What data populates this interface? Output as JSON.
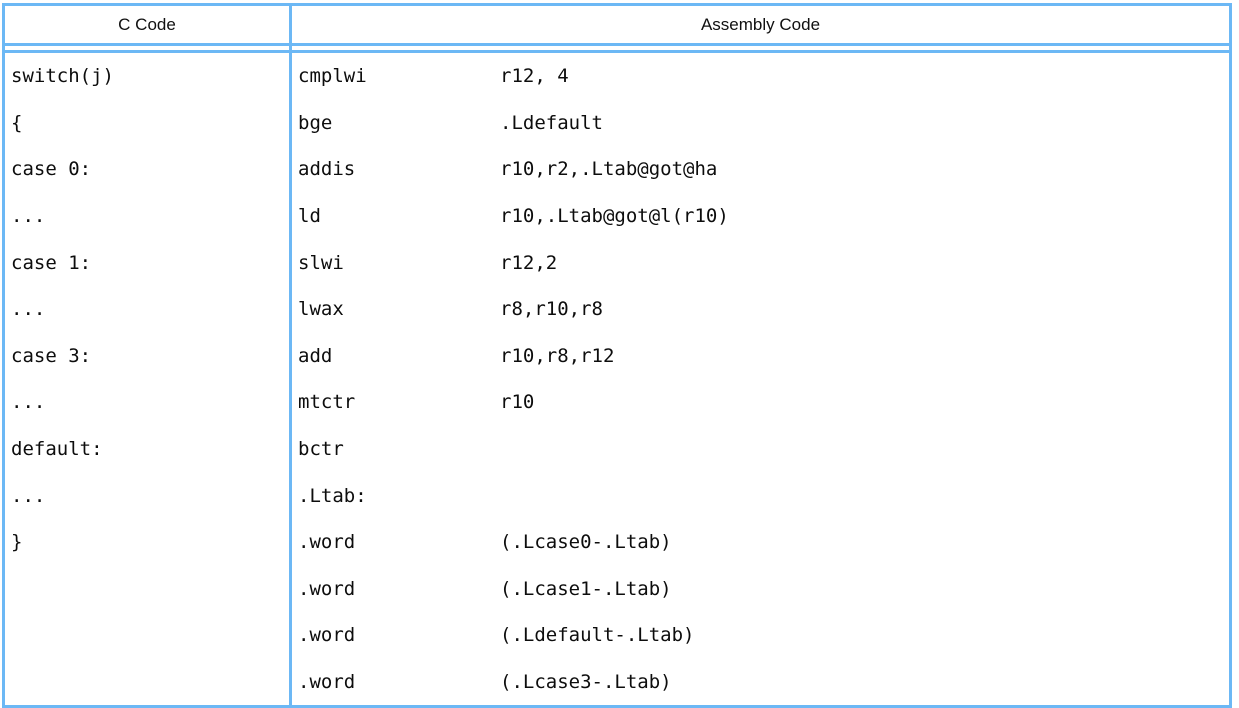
{
  "table": {
    "headers": {
      "c_code": "C Code",
      "assembly_code": "Assembly Code"
    },
    "border_color": "#6cb8f5",
    "text_color": "#0d0d0d",
    "rows": [
      {
        "c": "switch(j)",
        "op": "cmplwi",
        "arg": "r12, 4"
      },
      {
        "c": "{",
        "op": "bge",
        "arg": ".Ldefault"
      },
      {
        "c": "case 0:",
        "op": "addis",
        "arg": "r10,r2,.Ltab@got@ha"
      },
      {
        "c": "...",
        "op": "ld",
        "arg": "r10,.Ltab@got@l(r10)"
      },
      {
        "c": "case 1:",
        "op": "slwi",
        "arg": "r12,2"
      },
      {
        "c": "...",
        "op": "lwax",
        "arg": "r8,r10,r8"
      },
      {
        "c": "case 3:",
        "op": "add",
        "arg": "r10,r8,r12"
      },
      {
        "c": "...",
        "op": "mtctr",
        "arg": "r10"
      },
      {
        "c": "default:",
        "op": "bctr",
        "arg": ""
      },
      {
        "c": "...",
        "op": ".Ltab:",
        "arg": ""
      },
      {
        "c": "}",
        "op": ".word",
        "arg": "(.Lcase0-.Ltab)"
      },
      {
        "c": "",
        "op": ".word",
        "arg": "(.Lcase1-.Ltab)"
      },
      {
        "c": "",
        "op": ".word",
        "arg": "(.Ldefault-.Ltab)"
      },
      {
        "c": "",
        "op": ".word",
        "arg": "(.Lcase3-.Ltab)"
      }
    ]
  }
}
